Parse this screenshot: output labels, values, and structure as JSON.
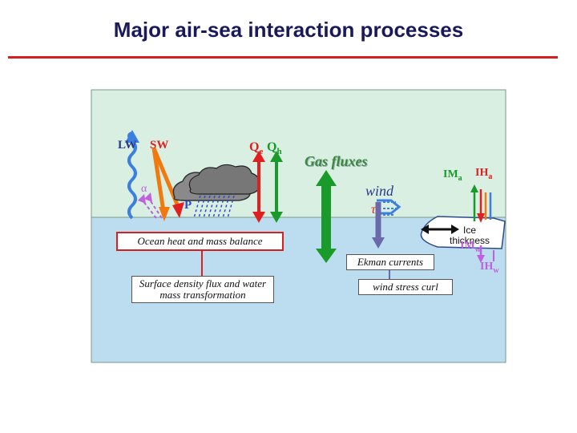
{
  "title": "Major air-sea interaction processes",
  "colors": {
    "air": "#d9efe2",
    "ocean": "#bcdcf0",
    "title": "#1a1a5a",
    "rule": "#d42020",
    "blue_arrow": "#3d7fe0",
    "red_arrow": "#e02020",
    "green_arrow": "#1a9a2a",
    "orange_arrow": "#f07a10",
    "violet_arrow": "#c060e0",
    "gas_text": "#3a8a3a",
    "ice": "#ffffff"
  },
  "labels": {
    "lw": "LW",
    "sw": "SW",
    "qe": "Q",
    "qe_sub": "e",
    "qh": "Q",
    "qh_sub": "h",
    "albedo": "α",
    "precip": "P",
    "gas_fluxes": "Gas fluxes",
    "wind": "wind",
    "tau": "τ",
    "ima": "IM",
    "ima_sub": "a",
    "iha": "IH",
    "iha_sub": "a",
    "ice": "Ice\nthickness",
    "imw": "IM",
    "imw_sub": "w",
    "ihw": "IH",
    "ihw_sub": "w"
  },
  "boxes": {
    "ocean_heat": "Ocean heat and mass balance",
    "ekman": "Ekman currents",
    "density": "Surface density flux and water mass transformation",
    "curl": "wind stress curl"
  },
  "icons": [
    "cloud-icon",
    "rain-icon",
    "wavy-arrow-icon"
  ]
}
